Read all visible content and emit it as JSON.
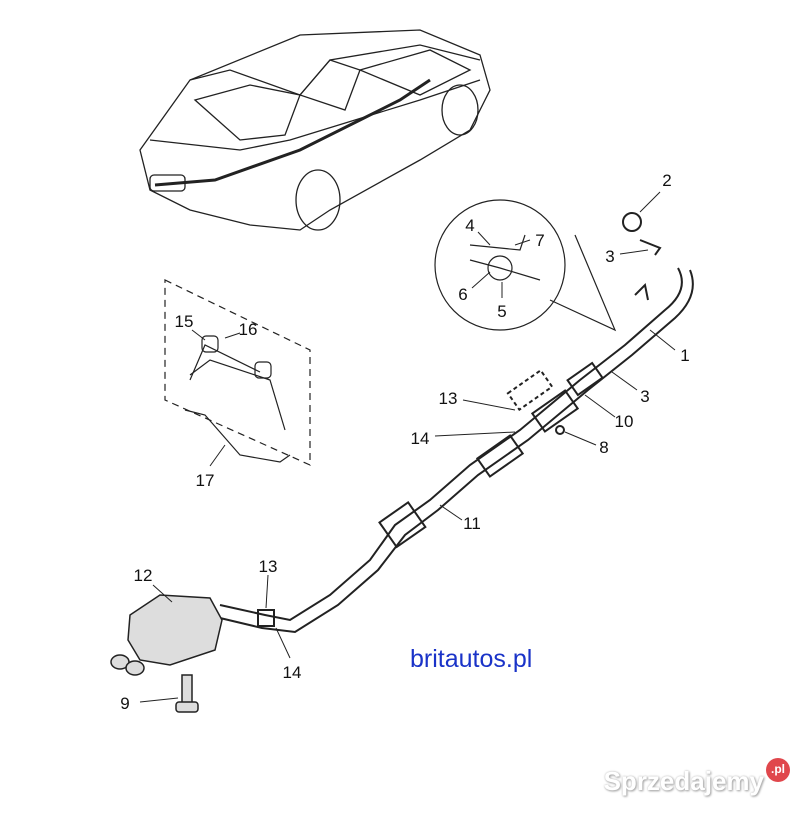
{
  "diagram": {
    "callouts": [
      "1",
      "2",
      "3",
      "3",
      "4",
      "5",
      "6",
      "7",
      "8",
      "9",
      "10",
      "11",
      "12",
      "13",
      "13",
      "14",
      "14",
      "15",
      "16",
      "17"
    ],
    "website": "britautos.pl",
    "watermark": {
      "text": "Sprzedajemy",
      "badge": ".pl",
      "badge_color": "#e0474c"
    }
  }
}
